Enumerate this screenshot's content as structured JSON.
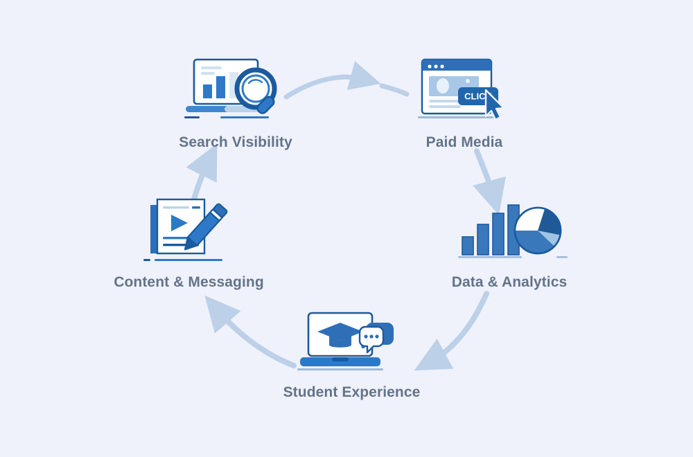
{
  "diagram": {
    "type": "cycle-diagram",
    "background_color": "#eff2fa",
    "label_color": "#63738a",
    "accent_dark": "#1b5a9e",
    "accent_mid": "#2e79c7",
    "accent_light": "#a9c3e0",
    "arrow_color": "#bcd0e8",
    "nodes": [
      {
        "id": "search-visibility",
        "label": "Search Visibility",
        "icon": "laptop-bar-chart-magnifier-icon"
      },
      {
        "id": "paid-media",
        "label": "Paid Media",
        "icon": "browser-window-click-cursor-icon",
        "badge": "CLICK"
      },
      {
        "id": "data-analytics",
        "label": "Data & Analytics",
        "icon": "bar-chart-pie-chart-icon"
      },
      {
        "id": "student-experience",
        "label": "Student Experience",
        "icon": "laptop-graduation-cap-chat-icon"
      },
      {
        "id": "content-messaging",
        "label": "Content & Messaging",
        "icon": "document-play-pencil-icon"
      }
    ],
    "arrows": [
      {
        "id": "arrow-search-to-paid",
        "from": "search-visibility",
        "to": "paid-media"
      },
      {
        "id": "arrow-paid-to-data",
        "from": "paid-media",
        "to": "data-analytics"
      },
      {
        "id": "arrow-data-to-student",
        "from": "data-analytics",
        "to": "student-experience"
      },
      {
        "id": "arrow-student-to-content",
        "from": "student-experience",
        "to": "content-messaging"
      },
      {
        "id": "arrow-content-to-search",
        "from": "content-messaging",
        "to": "search-visibility"
      }
    ]
  }
}
